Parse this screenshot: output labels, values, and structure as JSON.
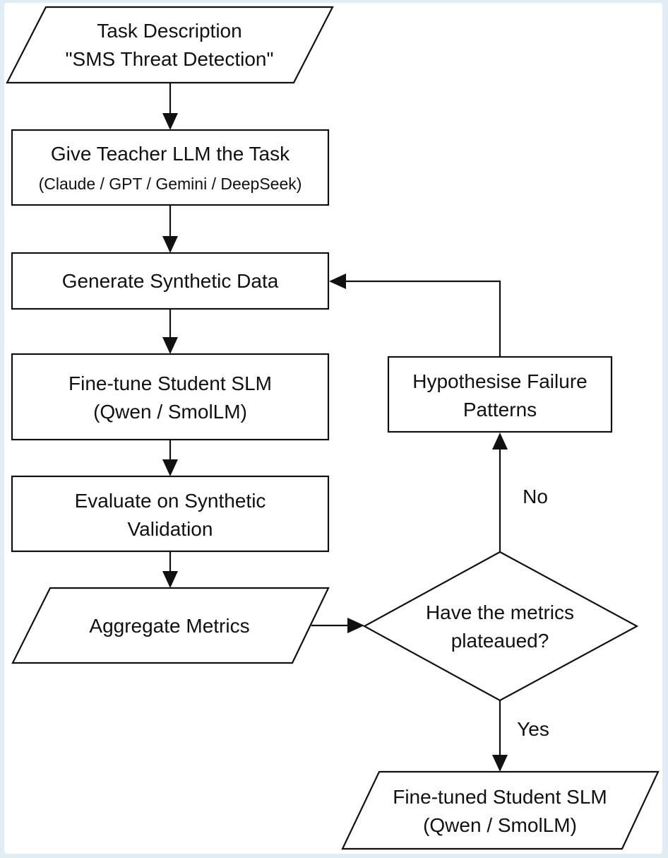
{
  "nodes": {
    "task_description": {
      "line1": "Task Description",
      "line2": "\"SMS Threat Detection\""
    },
    "give_teacher": {
      "line1": "Give Teacher LLM the Task",
      "line2": "(Claude / GPT / Gemini / DeepSeek)"
    },
    "generate_data": {
      "line1": "Generate Synthetic Data"
    },
    "fine_tune": {
      "line1": "Fine-tune Student SLM",
      "line2": "(Qwen / SmolLM)"
    },
    "evaluate": {
      "line1": "Evaluate on Synthetic",
      "line2": "Validation"
    },
    "aggregate": {
      "line1": "Aggregate Metrics"
    },
    "decision": {
      "line1": "Have the metrics",
      "line2": "plateaued?"
    },
    "hypothesise": {
      "line1": "Hypothesise Failure",
      "line2": "Patterns"
    },
    "output": {
      "line1": "Fine-tuned Student SLM",
      "line2": "(Qwen / SmolLM)"
    }
  },
  "edge_labels": {
    "no": "No",
    "yes": "Yes"
  },
  "colors": {
    "background": "#dfeef5",
    "panel": "#ffffff",
    "stroke": "#111111"
  }
}
